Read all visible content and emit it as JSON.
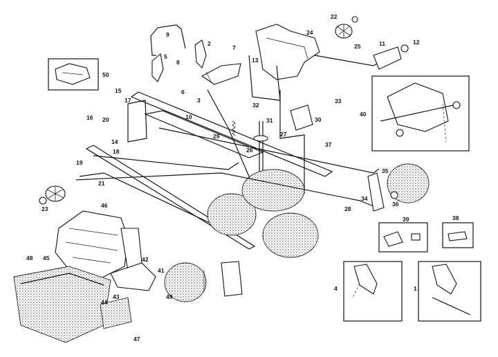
{
  "callouts": [
    "1",
    "2",
    "3",
    "4",
    "5",
    "6",
    "7",
    "8",
    "9",
    "10",
    "11",
    "12",
    "13",
    "14",
    "15",
    "16",
    "17",
    "18",
    "19",
    "20",
    "21",
    "22",
    "23",
    "24",
    "25",
    "26",
    "27",
    "28",
    "29",
    "30",
    "31",
    "32",
    "33",
    "34",
    "35",
    "36",
    "37",
    "38",
    "39",
    "40",
    "41",
    "42",
    "43",
    "44",
    "45",
    "46",
    "47",
    "48",
    "49",
    "50"
  ],
  "colors": {
    "ink": "#111111",
    "paper": "#ffffff"
  }
}
